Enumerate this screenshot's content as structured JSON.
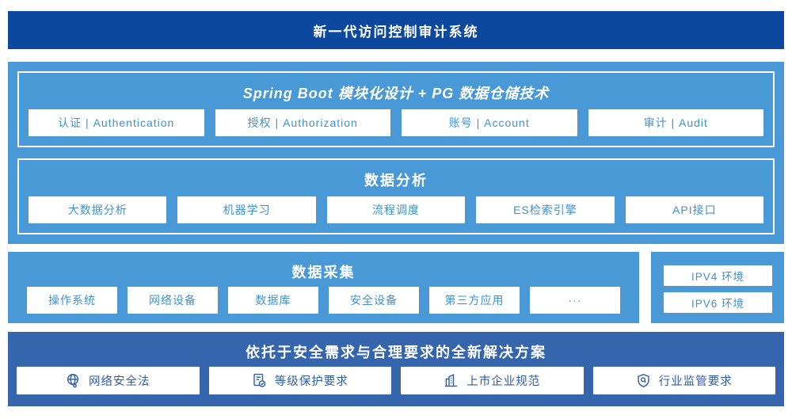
{
  "banner": {
    "title": "新一代访问控制审计系统"
  },
  "platform": {
    "spring": {
      "title": "Spring Boot 模块化设计 + PG 数据仓储技术",
      "items": [
        "认证 | Authentication",
        "授权 | Authorization",
        "账号 | Account",
        "审计 | Audit"
      ]
    },
    "analysis": {
      "title": "数据分析",
      "items": [
        "大数据分析",
        "机器学习",
        "流程调度",
        "ES检索引擎",
        "API接口"
      ]
    }
  },
  "collection": {
    "title": "数据采集",
    "items": [
      "操作系统",
      "网络设备",
      "数据库",
      "安全设备",
      "第三方应用",
      "···"
    ]
  },
  "network_env": {
    "items": [
      "IPV4 环境",
      "IPV6 环境"
    ]
  },
  "solution": {
    "title": "依托于安全需求与合理要求的全新解决方案",
    "items": [
      {
        "icon": "globe-icon",
        "label": "网络安全法"
      },
      {
        "icon": "document-check-icon",
        "label": "等级保护要求"
      },
      {
        "icon": "building-icon",
        "label": "上市企业规范"
      },
      {
        "icon": "shield-search-icon",
        "label": "行业监管要求"
      }
    ]
  },
  "colors": {
    "banner_blue": "#0c489e",
    "light_blue": "#4899d5",
    "solution_blue": "#3566ad",
    "box_text_light": "#3e92d4",
    "box_text_dark": "#2f5ca8"
  }
}
